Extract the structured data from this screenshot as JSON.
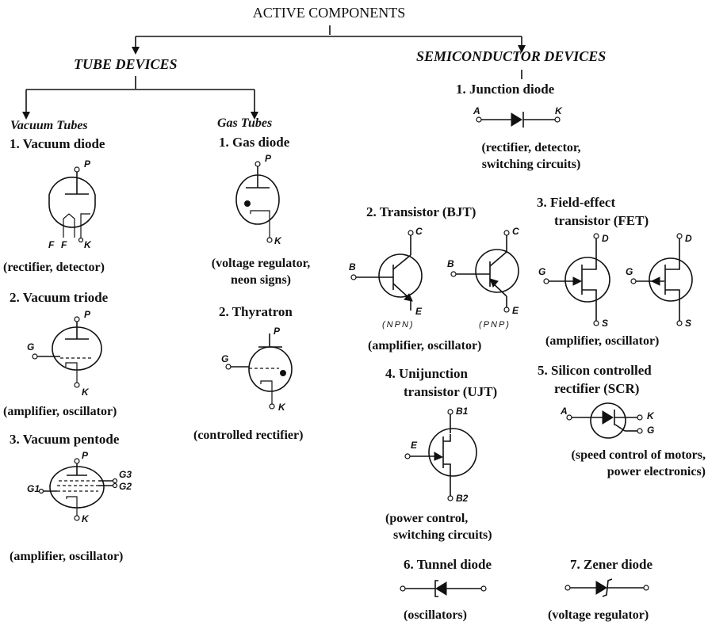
{
  "title": "ACTIVE COMPONENTS",
  "tube": {
    "heading": "TUBE DEVICES",
    "vacuum": {
      "heading": "Vacuum Tubes",
      "diode": {
        "name": "1.  Vacuum diode",
        "pins": [
          "P",
          "F",
          "F",
          "K"
        ],
        "use": "(rectifier, detector)"
      },
      "triode": {
        "name": "2.  Vacuum triode",
        "pins": [
          "P",
          "G",
          "K"
        ],
        "use": "(amplifier, oscillator)"
      },
      "pentode": {
        "name": "3.  Vacuum pentode",
        "pins": [
          "P",
          "G1",
          "G2",
          "G3",
          "K"
        ],
        "use": "(amplifier, oscillator)"
      }
    },
    "gas": {
      "heading": "Gas Tubes",
      "diode": {
        "name": "1.  Gas diode",
        "pins": [
          "P",
          "K"
        ],
        "use1": "(voltage regulator,",
        "use2": "neon signs)"
      },
      "thyratron": {
        "name": "2.  Thyratron",
        "pins": [
          "P",
          "G",
          "K"
        ],
        "use": "(controlled rectifier)"
      }
    }
  },
  "semi": {
    "heading": "SEMICONDUCTOR DEVICES",
    "junction": {
      "name": "1.  Junction diode",
      "pins": [
        "A",
        "K"
      ],
      "use1": "(rectifier, detector,",
      "use2": "switching circuits)"
    },
    "bjt": {
      "name": "2.  Transistor (BJT)",
      "pins": [
        "B",
        "C",
        "E"
      ],
      "npn": "(NPN)",
      "pnp": "(PNP)",
      "use": "(amplifier, oscillator)"
    },
    "fet": {
      "name1": "3.  Field-effect",
      "name2": "transistor (FET)",
      "pins": [
        "G",
        "D",
        "S"
      ],
      "use": "(amplifier, oscillator)"
    },
    "ujt": {
      "name1": "4.  Unijunction",
      "name2": "transistor (UJT)",
      "pins": [
        "E",
        "B1",
        "B2"
      ],
      "use1": "(power control,",
      "use2": "switching circuits)"
    },
    "scr": {
      "name1": "5.  Silicon controlled",
      "name2": "rectifier  (SCR)",
      "pins": [
        "A",
        "K",
        "G"
      ],
      "use1": "(speed control of motors,",
      "use2": "power electronics)"
    },
    "tunnel": {
      "name": "6.  Tunnel diode",
      "use": "(oscillators)"
    },
    "zener": {
      "name": "7.  Zener diode",
      "use": "(voltage regulator)"
    }
  },
  "colors": {
    "ink": "#111111",
    "paper": "#ffffff"
  }
}
